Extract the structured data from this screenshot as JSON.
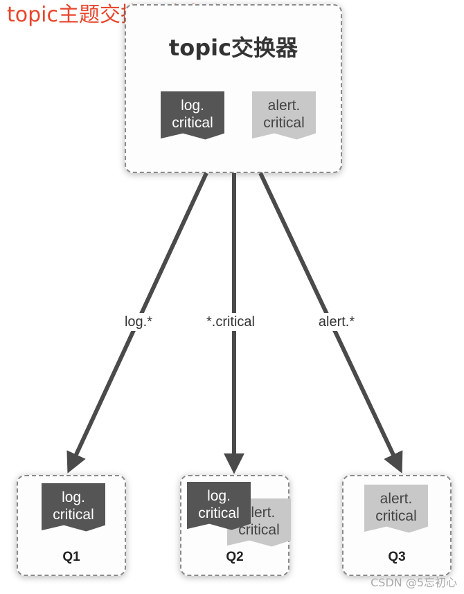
{
  "title": "topic主题交换器消息流",
  "exchange": {
    "title": "topic交换器",
    "messages": [
      {
        "line1": "log.",
        "line2": "critical",
        "shade": "dark"
      },
      {
        "line1": "alert.",
        "line2": "critical",
        "shade": "light"
      }
    ]
  },
  "bindings": [
    {
      "label": "log.*"
    },
    {
      "label": "*.critical"
    },
    {
      "label": "alert.*"
    }
  ],
  "queues": [
    {
      "name": "Q1",
      "messages": [
        {
          "line1": "log.",
          "line2": "critical",
          "shade": "dark"
        }
      ]
    },
    {
      "name": "Q2",
      "messages": [
        {
          "line1": "log.",
          "line2": "critical",
          "shade": "dark"
        },
        {
          "line1": "alert.",
          "line2": "critical",
          "shade": "light"
        }
      ]
    },
    {
      "name": "Q3",
      "messages": [
        {
          "line1": "alert.",
          "line2": "critical",
          "shade": "light"
        }
      ]
    }
  ],
  "watermark": "CSDN @5忘初心",
  "colors": {
    "title": "#e8452c",
    "arrow": "#4a4a4a",
    "dark_message": "#555555",
    "light_message": "#c8c8c8"
  }
}
